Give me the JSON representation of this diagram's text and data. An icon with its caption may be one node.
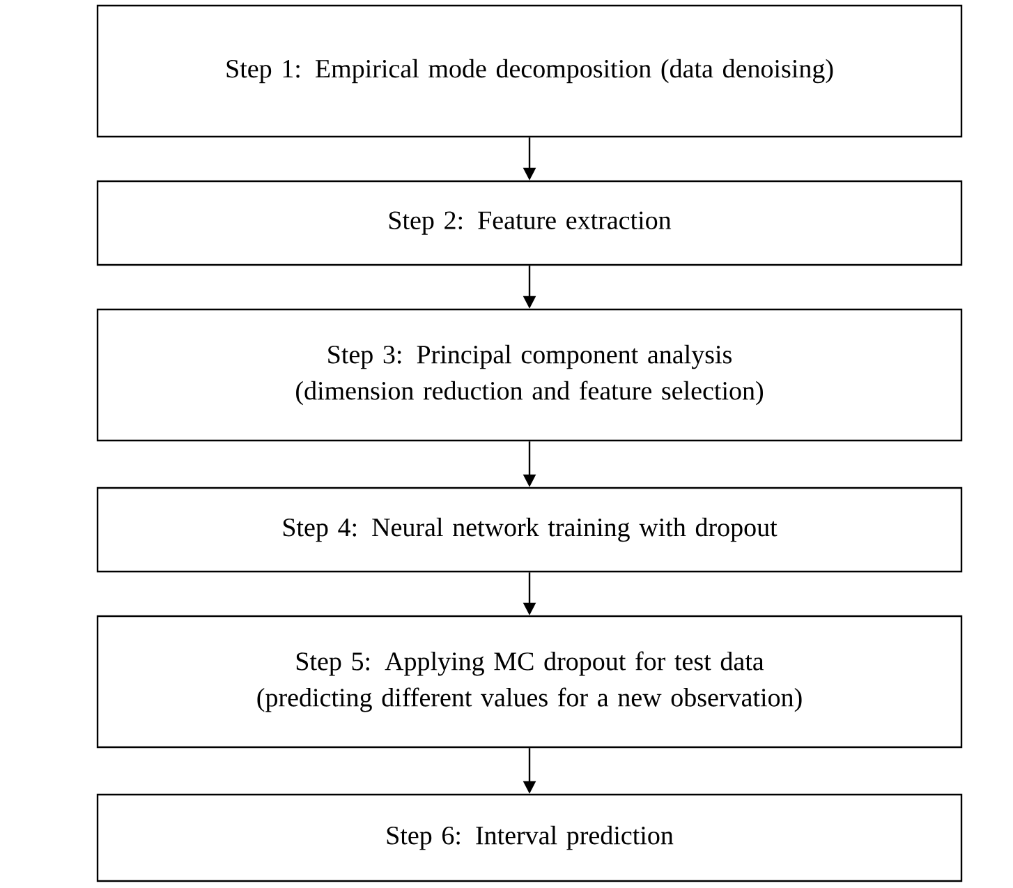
{
  "diagram": {
    "nodes": [
      {
        "text": [
          "Step 1: Empirical mode decomposition (data denoising)"
        ]
      },
      {
        "text": [
          "Step 2: Feature extraction"
        ]
      },
      {
        "text": [
          "Step 3: Principal component analysis (dimension reduction and feature selection)"
        ]
      },
      {
        "text": [
          "Step 4: Neural network training with dropout"
        ]
      },
      {
        "text": [
          "Step 5: Applying MC dropout for test data (predicting different values for a new observation)"
        ]
      },
      {
        "text": [
          "Step 6: Interval prediction"
        ]
      }
    ],
    "edges": [
      {
        "from": 0,
        "to": 1,
        "arrow": "to"
      },
      {
        "from": 1,
        "to": 2,
        "arrow": "to"
      },
      {
        "from": 2,
        "to": 3,
        "arrow": "to"
      },
      {
        "from": 3,
        "to": 4,
        "arrow": "to"
      },
      {
        "from": 4,
        "to": 5,
        "arrow": "to"
      }
    ]
  }
}
